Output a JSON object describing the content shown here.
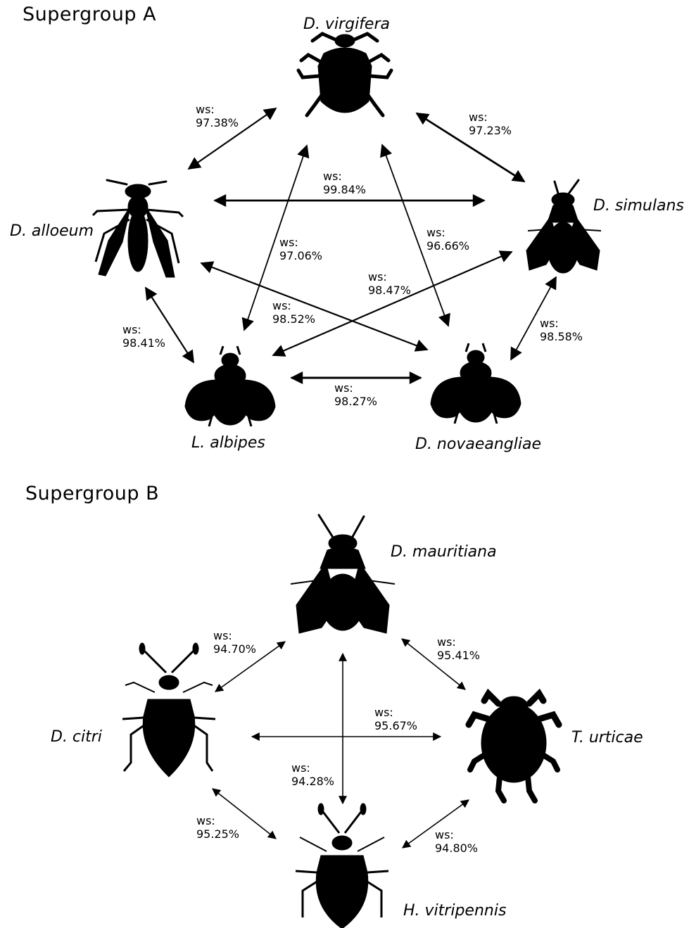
{
  "supergroup_a": {
    "title": "Supergroup A",
    "species": {
      "virgifera": "D. virgifera",
      "simulans": "D. simulans",
      "alloeum": "D. alloeum",
      "albipes": "L. albipes",
      "novaeangliae": "D. novaeangliae"
    },
    "links": [
      {
        "pair": "D. alloeum - D. virgifera",
        "label": "ws:",
        "value": "97.38%"
      },
      {
        "pair": "D. virgifera - D. simulans",
        "label": "ws:",
        "value": "97.23%"
      },
      {
        "pair": "D. alloeum - D. simulans",
        "label": "ws:",
        "value": "99.84%"
      },
      {
        "pair": "D. virgifera - L. albipes",
        "label": "ws:",
        "value": "97.06%"
      },
      {
        "pair": "D. virgifera - D. novaeangliae",
        "label": "ws:",
        "value": "96.66%"
      },
      {
        "pair": "L. albipes - D. simulans",
        "label": "ws:",
        "value": "98.47%"
      },
      {
        "pair": "D. alloeum - D. novaeangliae",
        "label": "ws:",
        "value": "98.52%"
      },
      {
        "pair": "D. alloeum - L. albipes",
        "label": "ws:",
        "value": "98.41%"
      },
      {
        "pair": "D. simulans - D. novaeangliae",
        "label": "ws:",
        "value": "98.58%"
      },
      {
        "pair": "L. albipes - D. novaeangliae",
        "label": "ws:",
        "value": "98.27%"
      }
    ]
  },
  "supergroup_b": {
    "title": "Supergroup B",
    "species": {
      "mauritiana": "D. mauritiana",
      "citri": "D. citri",
      "urticae": "T. urticae",
      "vitripennis": "H. vitripennis"
    },
    "links": [
      {
        "pair": "D. citri - D. mauritiana",
        "label": "ws:",
        "value": "94.70%"
      },
      {
        "pair": "D. mauritiana - T. urticae",
        "label": "ws:",
        "value": "95.41%"
      },
      {
        "pair": "D. citri - T. urticae",
        "label": "ws:",
        "value": "95.67%"
      },
      {
        "pair": "D. mauritiana - H. vitripennis",
        "label": "ws:",
        "value": "94.28%"
      },
      {
        "pair": "D. citri - H. vitripennis",
        "label": "ws:",
        "value": "95.25%"
      },
      {
        "pair": "T. urticae - H. vitripennis",
        "label": "ws:",
        "value": "94.80%"
      }
    ]
  },
  "colors": {
    "ink": "#000000",
    "background": "#ffffff"
  },
  "icons": [
    "beetle-icon",
    "wasp-icon",
    "fly-icon",
    "bee-icon",
    "psyllid-icon",
    "mite-icon",
    "leafhopper-icon"
  ]
}
